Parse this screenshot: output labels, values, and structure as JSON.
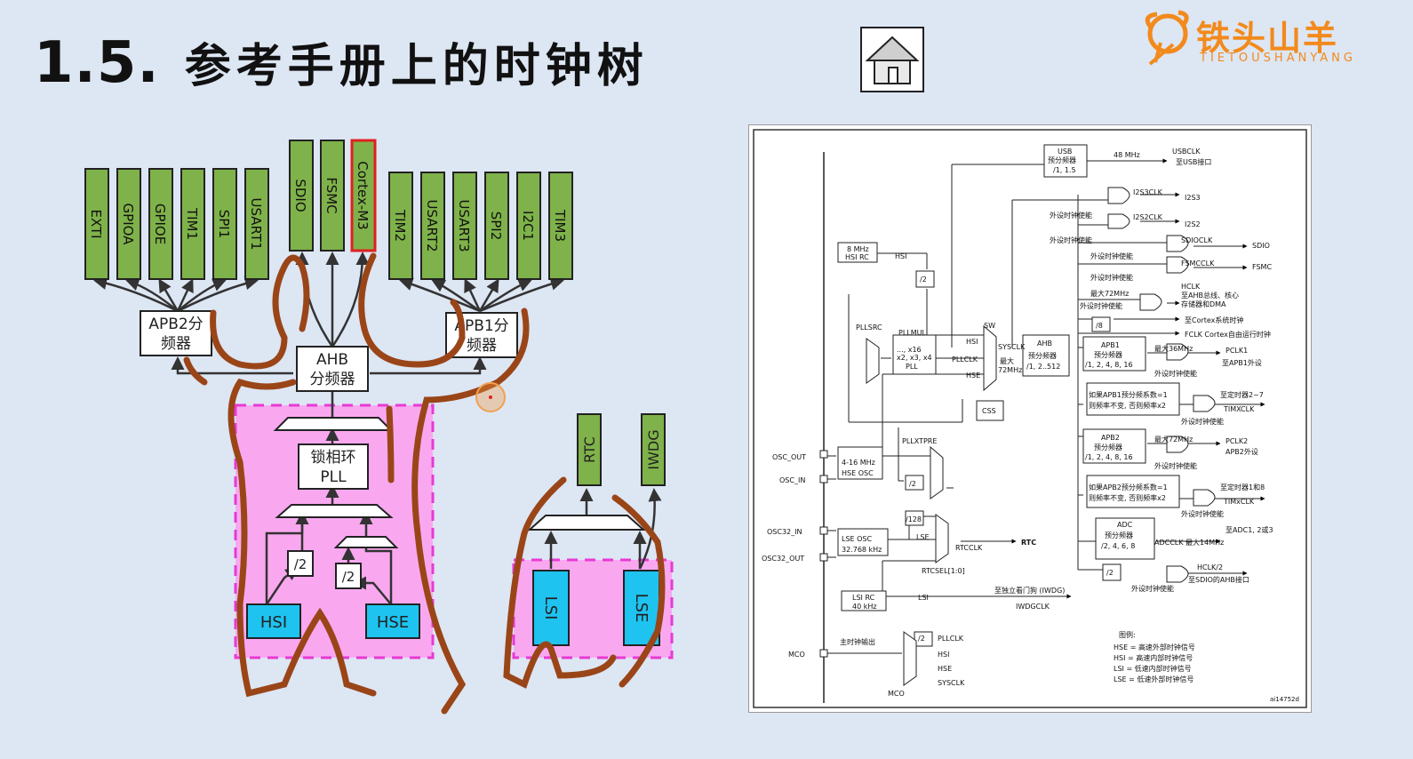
{
  "title": {
    "number": "1.5.",
    "text": "参考手册上的时钟树"
  },
  "logo": {
    "cn": "铁头山羊",
    "en": "TIETOUSHANYANG"
  },
  "home_button": {
    "label": "home"
  },
  "sketch": {
    "apb2_periph": [
      "EXTI",
      "GPIOA",
      "GPIOE",
      "TIM1",
      "SPI1",
      "USART1"
    ],
    "ahb_periph": [
      "SDIO",
      "FSMC",
      "Cortex-M3"
    ],
    "apb1_periph": [
      "TIM2",
      "USART2",
      "USART3",
      "SPI2",
      "I2C1",
      "TIM3"
    ],
    "apb2_div": [
      "APB2分",
      "频器"
    ],
    "apb1_div": [
      "APB1分",
      "频器"
    ],
    "ahb_div": [
      "AHB",
      "分频器"
    ],
    "pll": [
      "锁相环",
      "PLL"
    ],
    "div2": "/2",
    "hsi": "HSI",
    "hse": "HSE",
    "rtc": "RTC",
    "iwdg": "IWDG",
    "lsi": "LSI",
    "lse": "LSE",
    "colors": {
      "periph": "#7fb24a",
      "cortex_border": "#e02020",
      "osc": "#1ec3f0",
      "pink": "#f9a8f0",
      "brown": "#9a4518"
    }
  },
  "ref": {
    "usb": [
      "USB",
      "预分频器",
      "/1, 1.5"
    ],
    "mhz48": "48 MHz",
    "usbclk": [
      "USBCLK",
      "至USB接口"
    ],
    "i2s3clk": "I2S3CLK",
    "i2s3": "I2S3",
    "i2s2clk": "I2S2CLK",
    "i2s2": "I2S2",
    "en": "外设时钟使能",
    "sdioclk": "SDIOCLK",
    "sdio": "SDIO",
    "fsmcclk": "FSMCCLK",
    "fsmc": "FSMC",
    "hsirc": [
      "8 MHz",
      "HSI RC"
    ],
    "hsi": "HSI",
    "div2": "/2",
    "max72": "最大72MHz",
    "hclk": [
      "HCLK",
      "至AHB总线、核心",
      "存储器和DMA"
    ],
    "div8": "/8",
    "cortex_timer": "至Cortex系统时钟",
    "fclk": "FCLK Cortex自由运行时钟",
    "pllsrc": "PLLSRC",
    "pllmul": [
      "PLLMUL",
      "..., x16",
      "x2, x3, x4",
      "PLL"
    ],
    "sw": "SW",
    "sysclk": "SYSCLK",
    "pllclk": "PLLCLK",
    "hse": "HSE",
    "ahb": [
      "AHB",
      "预分频器",
      "/1, 2..512"
    ],
    "max72b": [
      "最大",
      "72MHz"
    ],
    "apb1": [
      "APB1",
      "预分频器",
      "/1, 2, 4, 8, 16"
    ],
    "max36": "最大36MHz",
    "pclk1": [
      "PCLK1",
      "至APB1外设"
    ],
    "css": "CSS",
    "apb1note": [
      "如果APB1预分频系数=1",
      "则频率不变, 否则频率x2"
    ],
    "tim27": [
      "至定时器2~7",
      "TIMXCLK"
    ],
    "pllxtpre": "PLLXTPRE",
    "osc_out": "OSC_OUT",
    "osc_in": "OSC_IN",
    "hseosc": [
      "4-16 MHz",
      "HSE OSC"
    ],
    "apb2": [
      "APB2",
      "预分频器",
      "/1, 2, 4, 8, 16"
    ],
    "max72c": "最大72MHz",
    "pclk2": [
      "PCLK2",
      "APB2外设"
    ],
    "apb2note": [
      "如果APB2预分频系数=1",
      "则频率不变, 否则频率x2"
    ],
    "tim18": [
      "至定时器1和8",
      "TIMxCLK"
    ],
    "div128": "/128",
    "osc32_in": "OSC32_IN",
    "osc32_out": "OSC32_OUT",
    "lseosc": [
      "LSE OSC",
      "32.768 kHz"
    ],
    "lse": "LSE",
    "rtcclk": "RTCCLK",
    "rtc": "RTC",
    "rtcsel": "RTCSEL[1:0]",
    "adc": [
      "ADC",
      "预分频器",
      "/2, 4, 6, 8"
    ],
    "adcclk": [
      "至ADC1, 2或3",
      "ADCCLK  最大14MHz"
    ],
    "hclk2": [
      "HCLK/2",
      "至SDIO的AHB接口"
    ],
    "lsirc": [
      "LSI RC",
      "40 kHz"
    ],
    "lsi": "LSI",
    "iwdg": [
      "至独立看门狗 (IWDG)",
      "IWDGCLK"
    ],
    "mco": "MCO",
    "mco_label": "主时钟输出",
    "mco_src": [
      "/2",
      "PLLCLK",
      "HSI",
      "HSE",
      "SYSCLK"
    ],
    "mco_sel": "MCO",
    "legend": [
      "图例:",
      "HSE = 高速外部时钟信号",
      "HSI = 高速内部时钟信号",
      "LSI = 低速内部时钟信号",
      "LSE = 低速外部时钟信号"
    ],
    "fig_id": "ai14752d"
  }
}
